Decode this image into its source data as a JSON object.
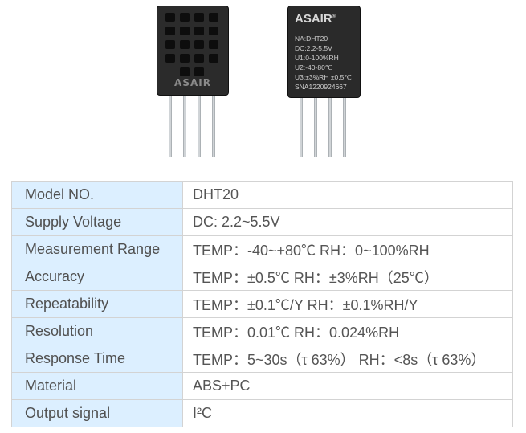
{
  "chip_left": {
    "brand": "ASAIR"
  },
  "chip_right": {
    "brand": "ASAIR",
    "registered": "®",
    "lines": [
      "NA:DHT20",
      "DC:2.2-5.5V",
      "U1:0-100%RH",
      "U2:-40-80℃",
      "U3:±3%RH ±0.5℃",
      "SNA1220924667"
    ]
  },
  "specs": [
    {
      "label": "Model NO.",
      "value": "DHT20"
    },
    {
      "label": "Supply Voltage",
      "value": "DC: 2.2~5.5V"
    },
    {
      "label": "Measurement Range",
      "value": "TEMP：-40~+80℃   RH：0~100%RH"
    },
    {
      "label": "Accuracy",
      "value": "TEMP：±0.5℃      RH：±3%RH（25℃）"
    },
    {
      "label": "Repeatability",
      "value": "TEMP：±0.1℃/Y   RH：±0.1%RH/Y"
    },
    {
      "label": "Resolution",
      "value": "TEMP：0.01℃          RH：0.024%RH"
    },
    {
      "label": "Response Time",
      "value": "TEMP：5~30s（τ 63%）  RH：<8s（τ 63%）"
    },
    {
      "label": "Material",
      "value": "ABS+PC"
    },
    {
      "label": "Output signal",
      "value": "I²C"
    }
  ]
}
